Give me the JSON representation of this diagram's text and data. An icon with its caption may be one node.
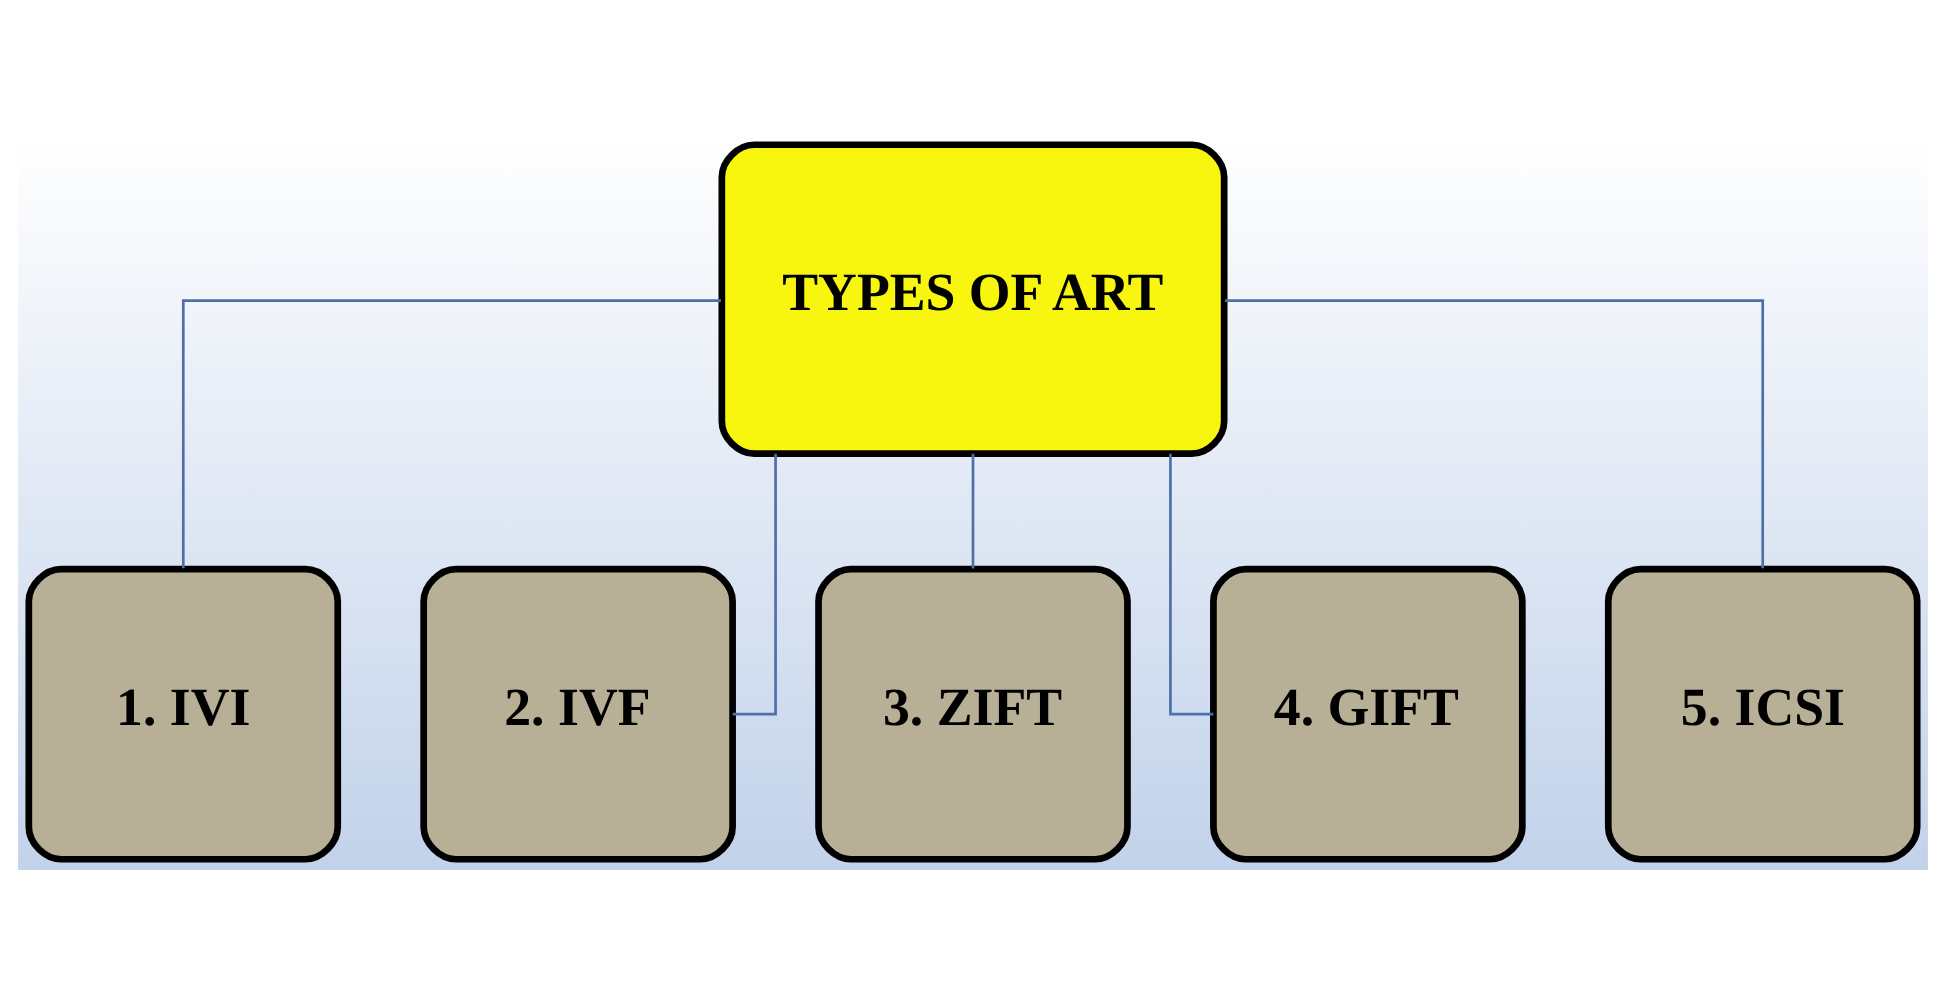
{
  "diagram": {
    "nodes": [
      {
        "text": [
          "TYPES OF ART"
        ]
      },
      {
        "text": [
          "1. IVI"
        ]
      },
      {
        "text": [
          "2. IVF"
        ]
      },
      {
        "text": [
          "3. ZIFT"
        ]
      },
      {
        "text": [
          "4. GIFT"
        ]
      },
      {
        "text": [
          "5. ICSI"
        ]
      }
    ],
    "edges": [
      {
        "from": 0,
        "to": 1,
        "arrow": "none"
      },
      {
        "from": 0,
        "to": 2,
        "arrow": "none"
      },
      {
        "from": 0,
        "to": 3,
        "arrow": "none"
      },
      {
        "from": 0,
        "to": 4,
        "arrow": "none"
      },
      {
        "from": 0,
        "to": 5,
        "arrow": "none"
      }
    ]
  }
}
